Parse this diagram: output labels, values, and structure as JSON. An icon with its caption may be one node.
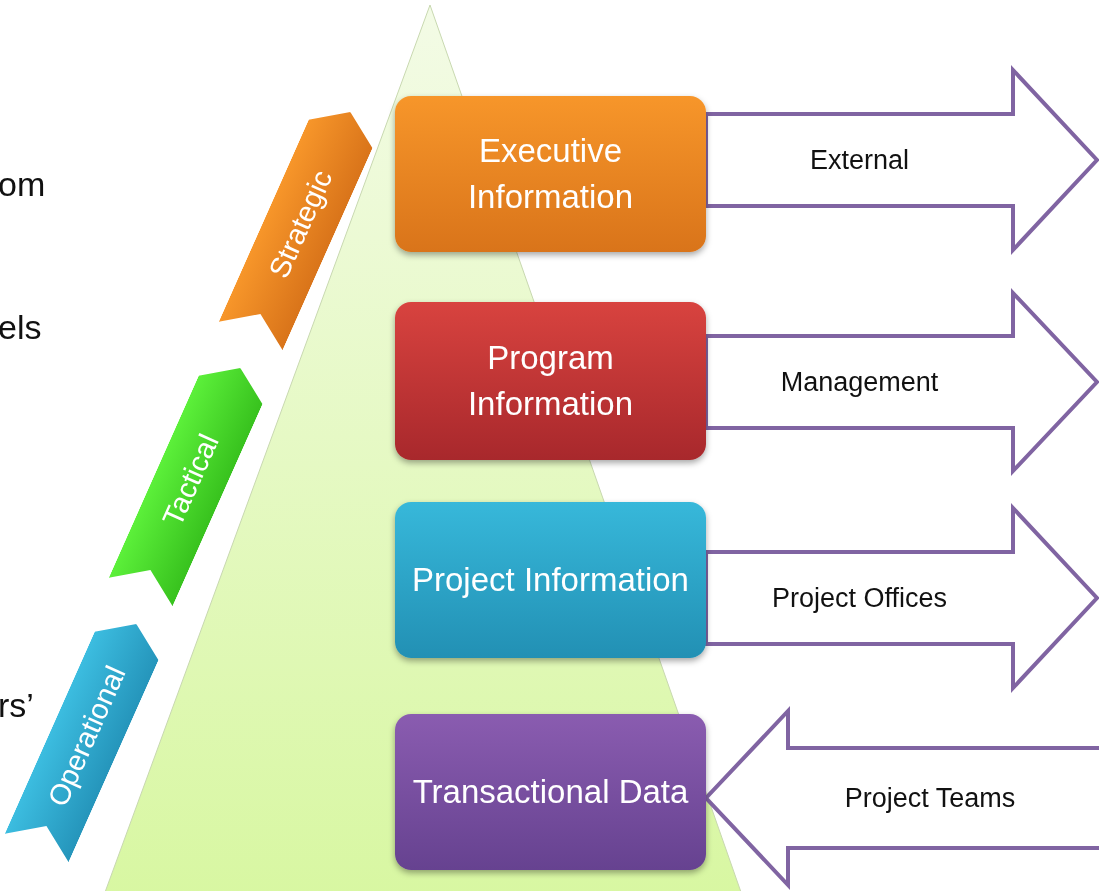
{
  "diagram": {
    "nodes": [
      {
        "text": [
          "Strategic"
        ]
      },
      {
        "text": [
          "Executive Information"
        ]
      },
      {
        "text": [
          "Program Information"
        ]
      },
      {
        "text": [
          "Tactical"
        ]
      },
      {
        "text": [
          "Project Information"
        ]
      },
      {
        "text": [
          "Operational"
        ]
      },
      {
        "text": [
          "Transactional Data"
        ]
      }
    ],
    "edges": [
      {
        "from": 1,
        "to": null,
        "arrow": "to",
        "label": "External"
      },
      {
        "from": 2,
        "to": null,
        "arrow": "to",
        "label": "Management"
      },
      {
        "from": 4,
        "to": null,
        "arrow": "to",
        "label": "Project Offices"
      },
      {
        "from": null,
        "to": 6,
        "arrow": "to",
        "label": "Project Teams"
      }
    ],
    "labels": [
      "om",
      "els",
      "rs’"
    ]
  }
}
